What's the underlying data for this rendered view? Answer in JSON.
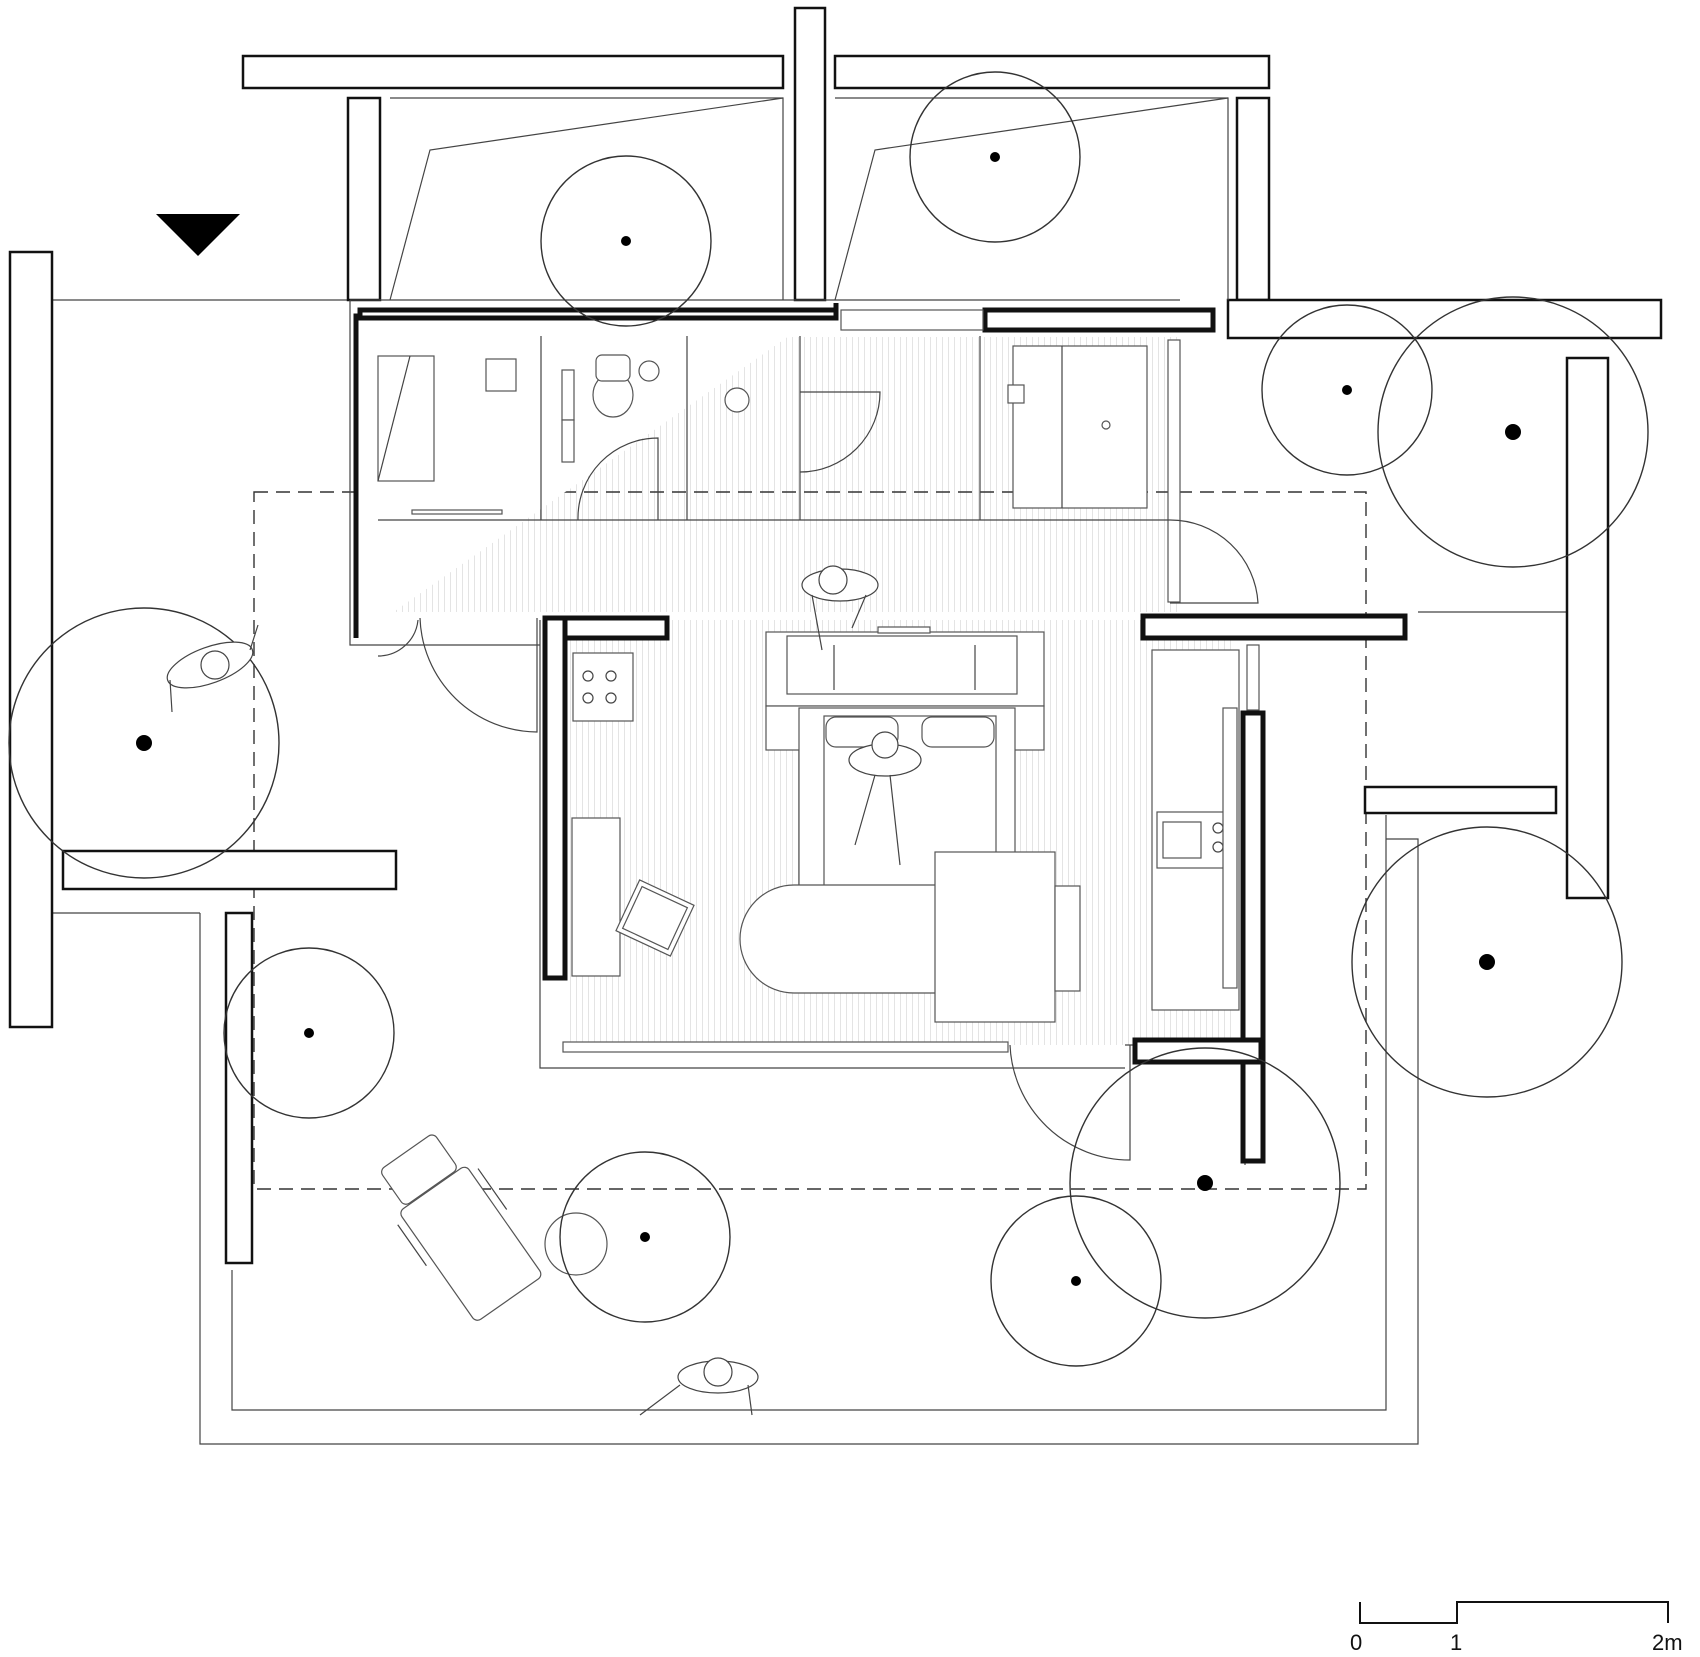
{
  "scale_bar": {
    "labels": [
      "0",
      "1",
      "2m"
    ]
  }
}
